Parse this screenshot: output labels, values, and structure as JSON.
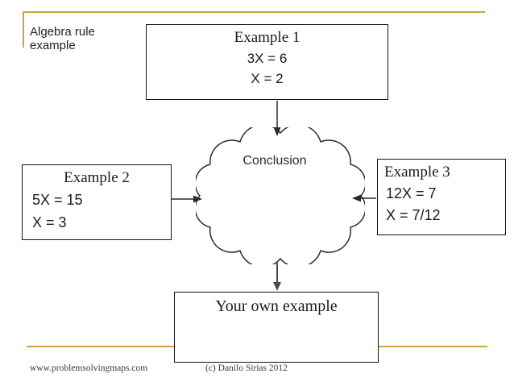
{
  "slide": {
    "title": "Algebra rule\nexample"
  },
  "diagram": {
    "example1": {
      "title": "Example 1",
      "equation1": "3X = 6",
      "equation2": "X = 2"
    },
    "example2": {
      "title": "Example 2",
      "equation1": "5X = 15",
      "equation2": "X = 3"
    },
    "example3": {
      "title": "Example 3",
      "equation1": "12X = 7",
      "equation2": "X = 7/12"
    },
    "conclusion": {
      "label": "Conclusion"
    },
    "your_own_example": {
      "title": "Your own example"
    }
  },
  "footer": {
    "website": "www.problemsolvingmaps.com",
    "copyright": "(c) Danilo Sirias 2012"
  },
  "colors": {
    "accent_gold": "#C9A43F",
    "box_border": "#111111",
    "arrow_dark": "#2a2a2a",
    "arrow_gray": "#4a4a4a",
    "cloud_stroke": "#2b2b2b"
  }
}
